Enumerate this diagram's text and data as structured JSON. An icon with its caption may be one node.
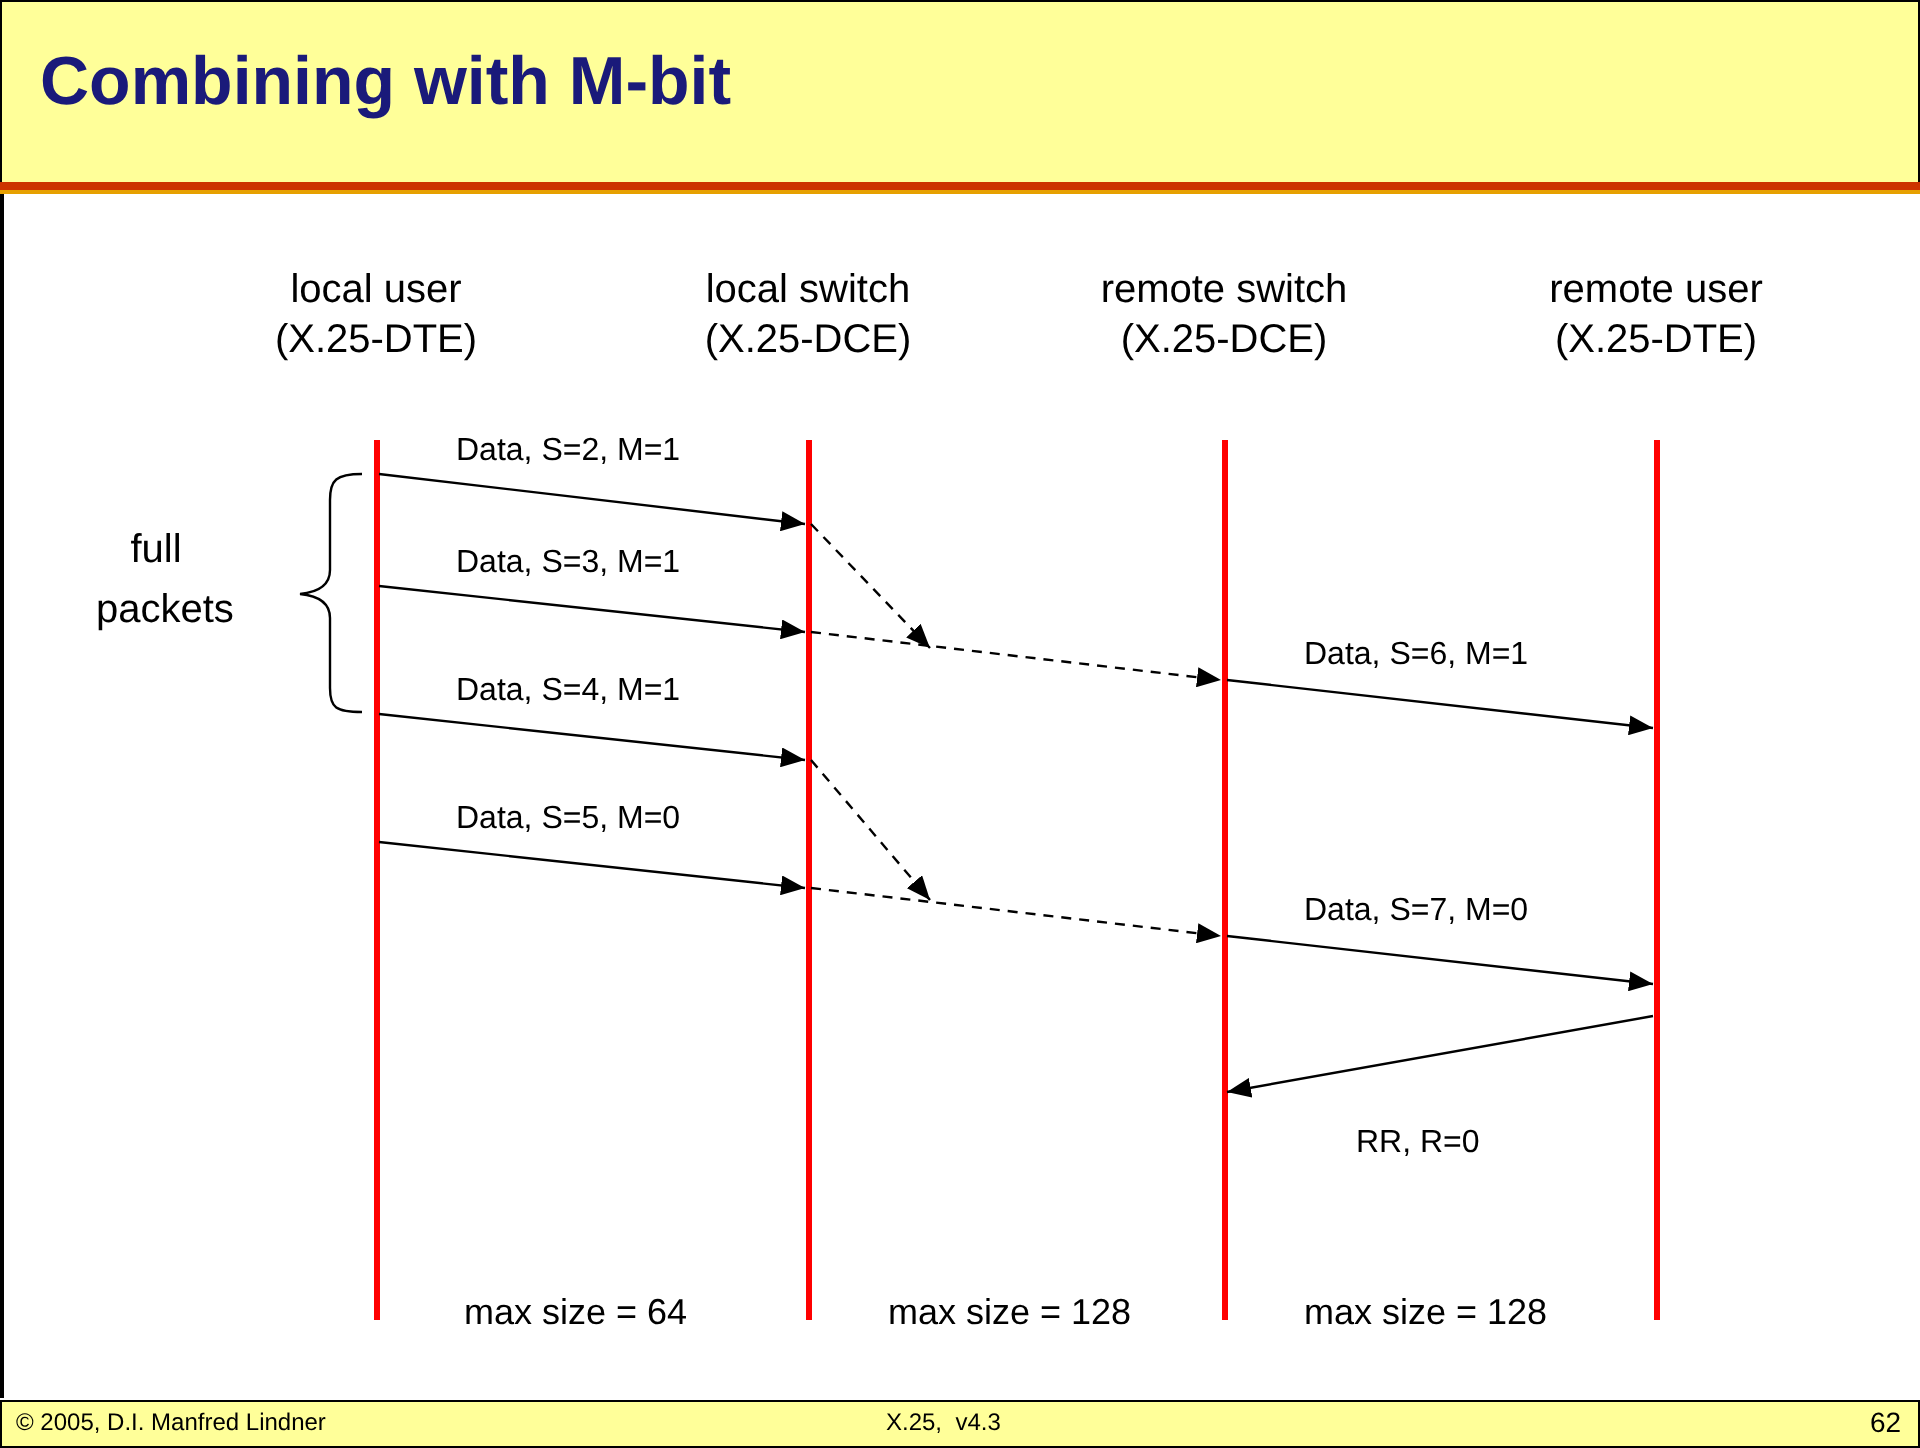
{
  "diagram": {
    "title": "Combining with M-bit",
    "nodes": [
      {
        "text": [],
        "shape": "bar",
        "beside": [
          "local user (X.25-DTE)"
        ]
      },
      {
        "text": [],
        "shape": "bar",
        "beside": [
          "local switch (X.25-DCE)"
        ]
      },
      {
        "text": [],
        "shape": "bar",
        "beside": [
          "remote switch (X.25-DCE)"
        ]
      },
      {
        "text": [],
        "shape": "bar",
        "beside": [
          "remote user (X.25-DTE)"
        ]
      }
    ],
    "edges": [
      {
        "from": 0,
        "to": 1,
        "arrow": "to",
        "label": "Data, S=2, M=1"
      },
      {
        "from": 0,
        "to": 1,
        "arrow": "to",
        "label": "Data, S=3, M=1"
      },
      {
        "from": 0,
        "to": 1,
        "arrow": "to",
        "label": "Data, S=4, M=1"
      },
      {
        "from": 0,
        "to": 1,
        "arrow": "to",
        "label": "Data, S=5, M=0"
      },
      {
        "from": 1,
        "to": null,
        "arrow": "to",
        "style": "dashed"
      },
      {
        "from": 1,
        "to": 2,
        "arrow": "to",
        "style": "dashed"
      },
      {
        "from": 2,
        "to": 3,
        "arrow": "to",
        "label": "Data, S=6, M=1"
      },
      {
        "from": 1,
        "to": null,
        "arrow": "to",
        "style": "dashed"
      },
      {
        "from": 1,
        "to": 2,
        "arrow": "to",
        "style": "dashed"
      },
      {
        "from": 2,
        "to": 3,
        "arrow": "to",
        "label": "Data, S=7, M=0"
      },
      {
        "from": 3,
        "to": 2,
        "arrow": "to",
        "label": "RR, R=0"
      }
    ],
    "labels": [
      "full packets",
      "max size = 64",
      "max size = 128",
      "max size = 128",
      "© 2005, D.I. Manfred Lindner",
      "X.25,  v4.3",
      "62"
    ]
  }
}
